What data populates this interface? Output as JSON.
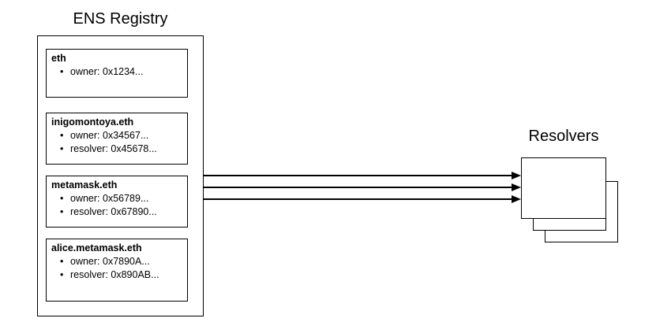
{
  "diagram": {
    "registry": {
      "title": "ENS Registry",
      "records": [
        {
          "name": "eth",
          "fields": [
            "owner: 0x1234..."
          ]
        },
        {
          "name": "inigomontoya.eth",
          "fields": [
            "owner: 0x34567...",
            "resolver: 0x45678..."
          ]
        },
        {
          "name": "metamask.eth",
          "fields": [
            "owner: 0x56789...",
            "resolver: 0x67890..."
          ]
        },
        {
          "name": "alice.metamask.eth",
          "fields": [
            "owner: 0x7890A...",
            "resolver: 0x890AB..."
          ]
        }
      ]
    },
    "resolvers": {
      "title": "Resolvers",
      "stack_count": 3
    },
    "connectors": {
      "count": 3,
      "from": "ENS Registry",
      "to": "Resolvers"
    },
    "colors": {
      "stroke": "#000000",
      "background": "#ffffff",
      "text": "#000000"
    }
  }
}
